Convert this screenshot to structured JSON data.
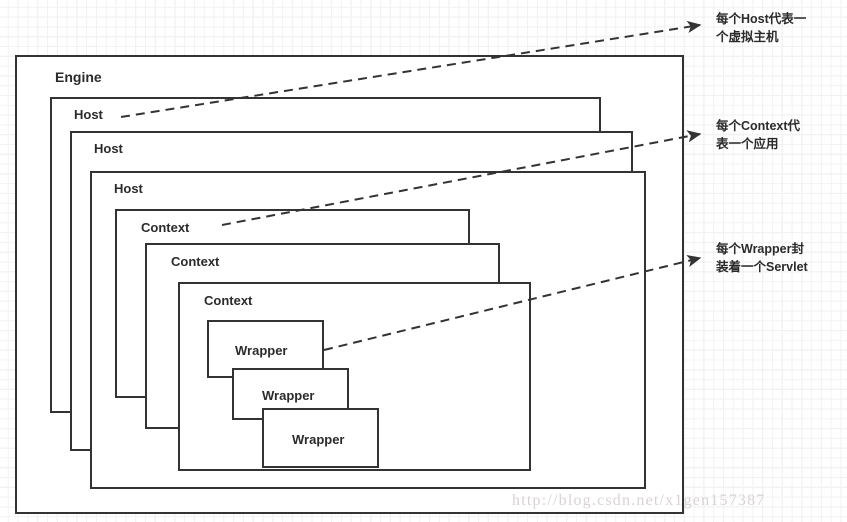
{
  "diagram": {
    "title": "Tomcat container hierarchy",
    "boxes": {
      "engine": {
        "label": "Engine"
      },
      "hosts": [
        {
          "label": "Host"
        },
        {
          "label": "Host"
        },
        {
          "label": "Host"
        }
      ],
      "contexts": [
        {
          "label": "Context"
        },
        {
          "label": "Context"
        },
        {
          "label": "Context"
        }
      ],
      "wrappers": [
        {
          "label": "Wrapper"
        },
        {
          "label": "Wrapper"
        },
        {
          "label": "Wrapper"
        }
      ]
    },
    "annotations": [
      {
        "text": "每个Host代表一\n个虚拟主机"
      },
      {
        "text": "每个Context代\n表一个应用"
      },
      {
        "text": "每个Wrapper封\n装着一个Servlet"
      }
    ],
    "watermark": "http://blog.csdn.net/x1gen157387",
    "colors": {
      "stroke": "#333333",
      "text": "#2b2b2b",
      "background": "#ffffff",
      "grid": "#e8e8e8",
      "watermark": "#d9d3d3"
    }
  }
}
